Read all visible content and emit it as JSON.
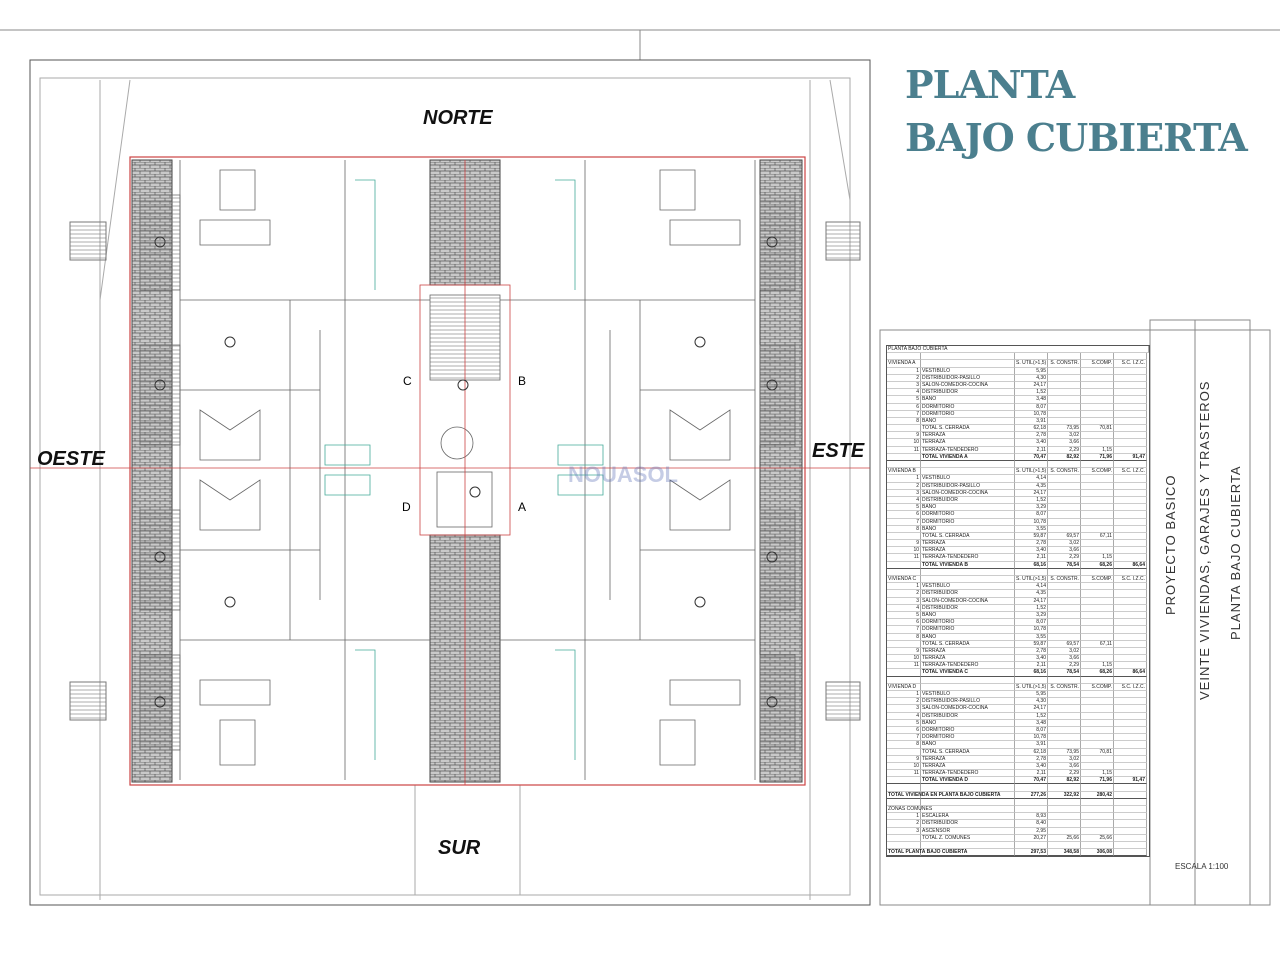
{
  "title": {
    "line1": "PLANTA",
    "line2": "BAJO CUBIERTA"
  },
  "compass": {
    "north": "NORTE",
    "south": "SUR",
    "west": "OESTE",
    "east": "ESTE"
  },
  "units": {
    "a": "A",
    "b": "B",
    "c": "C",
    "d": "D"
  },
  "watermark": "NOUASOL",
  "side_labels": {
    "project": "PROYECTO BASICO",
    "description": "VEINTE VIVIENDAS, GARAJES Y TRASTEROS",
    "sheet": "PLANTA BAJO CUBIERTA"
  },
  "scale": "ESCALA 1:100",
  "table": {
    "title": "PLANTA BAJO CUBIERTA",
    "columns": [
      "S. UTIL(>1,5)",
      "S. CONSTR.",
      "S.COMP.",
      "S.C. I.Z.C."
    ],
    "sections": [
      {
        "name": "VIVIENDA A",
        "rows": [
          [
            "1",
            "VESTIBULO",
            "5,95",
            "",
            "",
            ""
          ],
          [
            "2",
            "DISTRIBUIDOR-PASILLO",
            "4,30",
            "",
            "",
            ""
          ],
          [
            "3",
            "SALON-COMEDOR-COCINA",
            "24,17",
            "",
            "",
            ""
          ],
          [
            "4",
            "DISTRIBUIDOR",
            "1,52",
            "",
            "",
            ""
          ],
          [
            "5",
            "BAÑO",
            "3,48",
            "",
            "",
            ""
          ],
          [
            "6",
            "DORMITORIO",
            "8,07",
            "",
            "",
            ""
          ],
          [
            "7",
            "DORMITORIO",
            "10,78",
            "",
            "",
            ""
          ],
          [
            "8",
            "BAÑO",
            "3,91",
            "",
            "",
            ""
          ],
          [
            "",
            "TOTAL S. CERRADA",
            "62,18",
            "73,95",
            "70,81",
            ""
          ],
          [
            "9",
            "TERRAZA",
            "2,78",
            "3,02",
            "",
            ""
          ],
          [
            "10",
            "TERRAZA",
            "3,40",
            "3,66",
            "",
            ""
          ],
          [
            "11",
            "TERRAZA-TENDEDERO",
            "2,11",
            "2,29",
            "1,15",
            ""
          ],
          [
            "",
            "TOTAL VIVIENDA A",
            "70,47",
            "82,92",
            "71,96",
            "91,47"
          ]
        ]
      },
      {
        "name": "VIVIENDA B",
        "rows": [
          [
            "1",
            "VESTIBULO",
            "4,14",
            "",
            "",
            ""
          ],
          [
            "2",
            "DISTRIBUIDOR-PASILLO",
            "4,35",
            "",
            "",
            ""
          ],
          [
            "3",
            "SALON-COMEDOR-COCINA",
            "24,17",
            "",
            "",
            ""
          ],
          [
            "4",
            "DISTRIBUIDOR",
            "1,52",
            "",
            "",
            ""
          ],
          [
            "5",
            "BAÑO",
            "3,29",
            "",
            "",
            ""
          ],
          [
            "6",
            "DORMITORIO",
            "8,07",
            "",
            "",
            ""
          ],
          [
            "7",
            "DORMITORIO",
            "10,78",
            "",
            "",
            ""
          ],
          [
            "8",
            "BAÑO",
            "3,55",
            "",
            "",
            ""
          ],
          [
            "",
            "TOTAL S. CERRADA",
            "59,87",
            "69,57",
            "67,11",
            ""
          ],
          [
            "9",
            "TERRAZA",
            "2,78",
            "3,02",
            "",
            ""
          ],
          [
            "10",
            "TERRAZA",
            "3,40",
            "3,66",
            "",
            ""
          ],
          [
            "11",
            "TERRAZA-TENDEDERO",
            "2,11",
            "2,29",
            "1,15",
            ""
          ],
          [
            "",
            "TOTAL VIVIENDA B",
            "68,16",
            "78,54",
            "68,26",
            "86,64"
          ]
        ]
      },
      {
        "name": "VIVIENDA C",
        "rows": [
          [
            "1",
            "VESTIBULO",
            "4,14",
            "",
            "",
            ""
          ],
          [
            "2",
            "DISTRIBUIDOR",
            "4,35",
            "",
            "",
            ""
          ],
          [
            "3",
            "SALON-COMEDOR-COCINA",
            "24,17",
            "",
            "",
            ""
          ],
          [
            "4",
            "DISTRIBUIDOR",
            "1,52",
            "",
            "",
            ""
          ],
          [
            "5",
            "BAÑO",
            "3,29",
            "",
            "",
            ""
          ],
          [
            "6",
            "DORMITORIO",
            "8,07",
            "",
            "",
            ""
          ],
          [
            "7",
            "DORMITORIO",
            "10,78",
            "",
            "",
            ""
          ],
          [
            "8",
            "BAÑO",
            "3,55",
            "",
            "",
            ""
          ],
          [
            "",
            "TOTAL S. CERRADA",
            "59,87",
            "69,57",
            "67,11",
            ""
          ],
          [
            "9",
            "TERRAZA",
            "2,78",
            "3,02",
            "",
            ""
          ],
          [
            "10",
            "TERRAZA",
            "3,40",
            "3,66",
            "",
            ""
          ],
          [
            "11",
            "TERRAZA-TENDEDERO",
            "2,11",
            "2,29",
            "1,15",
            ""
          ],
          [
            "",
            "TOTAL VIVIENDA C",
            "68,16",
            "78,54",
            "68,26",
            "86,64"
          ]
        ]
      },
      {
        "name": "VIVIENDA D",
        "rows": [
          [
            "1",
            "VESTIBULO",
            "5,95",
            "",
            "",
            ""
          ],
          [
            "2",
            "DISTRIBUIDOR-PASILLO",
            "4,30",
            "",
            "",
            ""
          ],
          [
            "3",
            "SALON-COMEDOR-COCINA",
            "24,17",
            "",
            "",
            ""
          ],
          [
            "4",
            "DISTRIBUIDOR",
            "1,52",
            "",
            "",
            ""
          ],
          [
            "5",
            "BAÑO",
            "3,48",
            "",
            "",
            ""
          ],
          [
            "6",
            "DORMITORIO",
            "8,07",
            "",
            "",
            ""
          ],
          [
            "7",
            "DORMITORIO",
            "10,78",
            "",
            "",
            ""
          ],
          [
            "8",
            "BAÑO",
            "3,91",
            "",
            "",
            ""
          ],
          [
            "",
            "TOTAL S. CERRADA",
            "62,18",
            "73,95",
            "70,81",
            ""
          ],
          [
            "9",
            "TERRAZA",
            "2,78",
            "3,02",
            "",
            ""
          ],
          [
            "10",
            "TERRAZA",
            "3,40",
            "3,66",
            "",
            ""
          ],
          [
            "11",
            "TERRAZA-TENDEDERO",
            "2,11",
            "2,29",
            "1,15",
            ""
          ],
          [
            "",
            "TOTAL VIVIENDA D",
            "70,47",
            "82,92",
            "71,96",
            "91,47"
          ]
        ]
      }
    ],
    "total_viviendas": [
      "TOTAL VIVIENDA EN PLANTA BAJO CUBIERTA",
      "277,26",
      "322,92",
      "280,42"
    ],
    "zonas_comunes": {
      "name": "ZONAS COMUNES",
      "rows": [
        [
          "1",
          "ESCALERA",
          "8,93",
          "",
          "",
          ""
        ],
        [
          "2",
          "DISTRIBUIDOR",
          "8,40",
          "",
          "",
          ""
        ],
        [
          "3",
          "ASCENSOR",
          "2,95",
          "",
          "",
          ""
        ],
        [
          "",
          "TOTAL Z. COMUNES",
          "20,27",
          "25,66",
          "25,66",
          ""
        ]
      ]
    },
    "total_planta": [
      "TOTAL PLANTA BAJO CUBIERTA",
      "297,53",
      "348,58",
      "306,08"
    ]
  }
}
